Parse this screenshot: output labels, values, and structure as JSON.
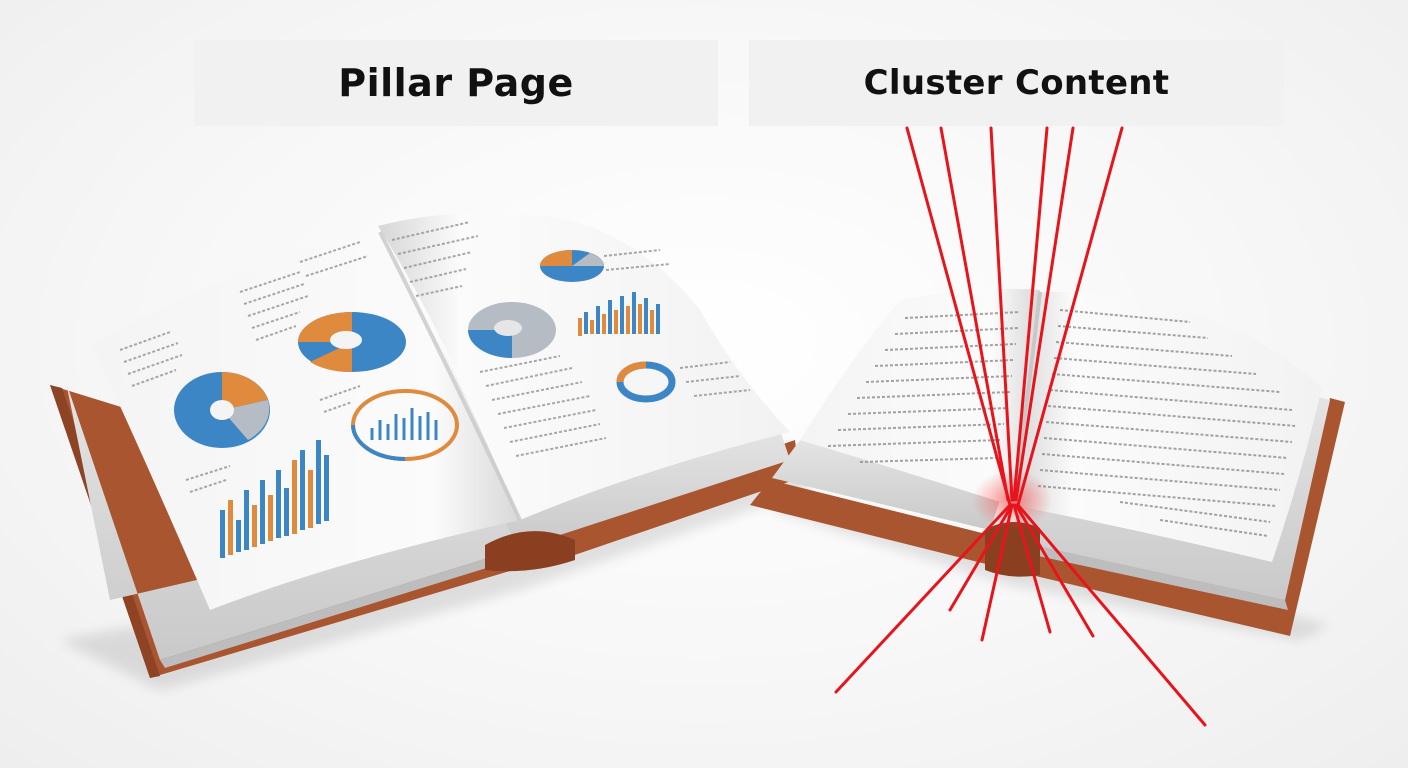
{
  "labels": {
    "pillar": "Pillar Page",
    "cluster": "Cluster Content"
  },
  "colors": {
    "cover": "#a9552f",
    "page": "#fafafa",
    "page_edge": "#d9d9d9",
    "text_line": "#8a8a8a",
    "chart_blue": "#3d86c6",
    "chart_orange": "#e08a3e",
    "chart_gray": "#b5bcc4",
    "laser": "#e8141b"
  },
  "icons": [
    "pillar-book",
    "cluster-book",
    "red-laser-lines"
  ]
}
